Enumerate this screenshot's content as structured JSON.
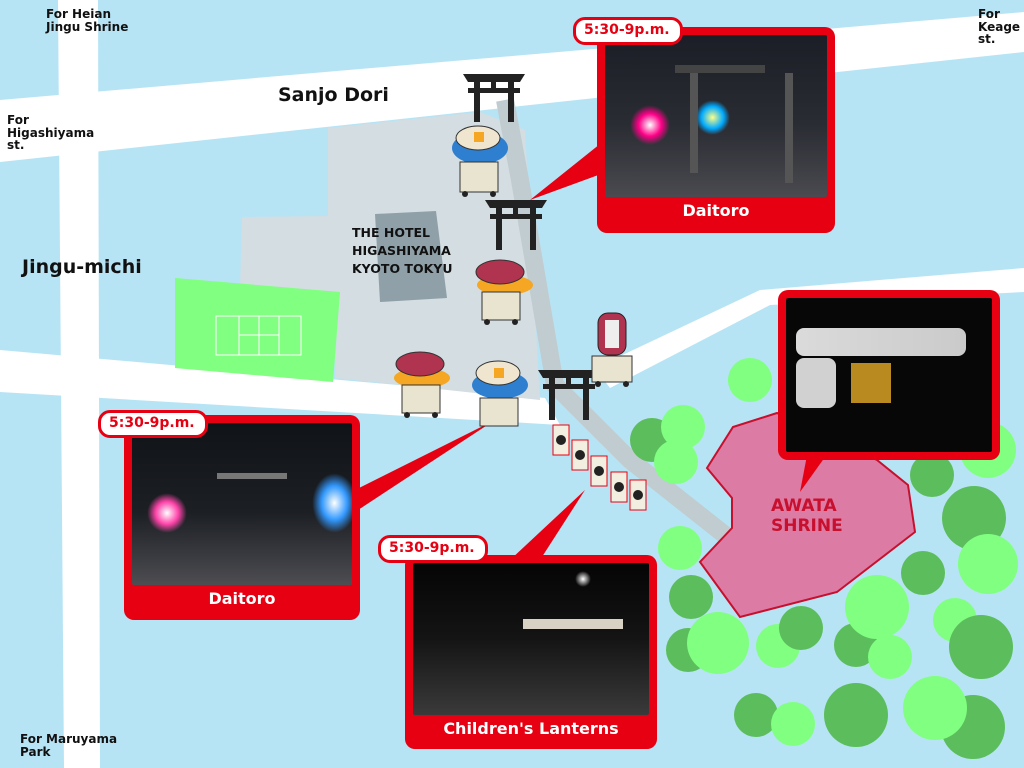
{
  "labels": {
    "heian": "For Heian Jingu Shrine",
    "higashiyama": "For Higashiyama st.",
    "keage": "For Keage st.",
    "maruyama": "For Maruyama Park",
    "sanjo": "Sanjo Dori",
    "jingu": "Jingu-michi",
    "hotel_1": "THE HOTEL",
    "hotel_2": "HIGASHIYAMA",
    "hotel_3": "KYOTO TOKYU",
    "shrine_1": "AWATA",
    "shrine_2": "SHRINE"
  },
  "callouts": {
    "top": {
      "time": "5:30-9p.m.",
      "caption": "Daitoro"
    },
    "left": {
      "time": "5:30-9p.m.",
      "caption": "Daitoro"
    },
    "bottom": {
      "time": "5:30-9p.m.",
      "caption": "Children's Lanterns"
    }
  },
  "colors": {
    "water": "#b7e4f4",
    "accent": "#e60012",
    "shrine": "#dc7ba4",
    "tree_light": "#80ff80",
    "tree_dark": "#5cbd5c"
  }
}
